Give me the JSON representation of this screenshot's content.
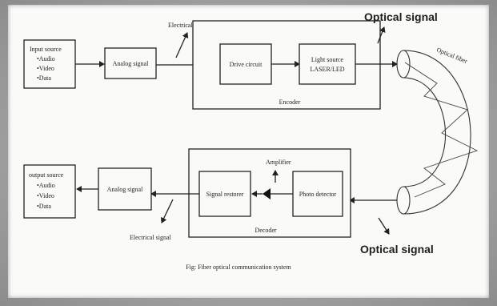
{
  "diagram": {
    "input_source": {
      "heading": "Input source",
      "items": [
        "•Audio",
        "•Video",
        "•Data"
      ]
    },
    "analog_signal_top": "Analog signal",
    "electrical_signal_top": "Electrical signal",
    "drive_circuit": "Drive circuit",
    "light_source": {
      "line1": "Light source",
      "line2": "LASER/LED"
    },
    "encoder": "Encoder",
    "optical_signal_top": "Optical signal",
    "optical_fiber": "Optical fiber",
    "output_source": {
      "heading": "output source",
      "items": [
        "•Audio",
        "•Video",
        "•Data"
      ]
    },
    "analog_signal_bottom": "Analog signal",
    "signal_restorer": "Signal restorer",
    "amplifier": "Amplifier",
    "photo_detector": "Photo detector",
    "decoder": "Decoder",
    "electrical_signal_bottom": "Electrical signal",
    "optical_signal_bottom": "Optical signal",
    "caption": "Fig: Fiber optical communication system"
  }
}
